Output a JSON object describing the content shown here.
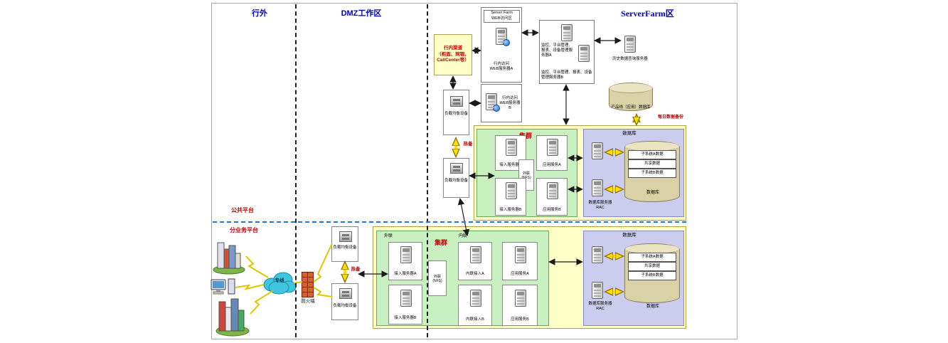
{
  "zones": {
    "outside": "行外",
    "dmz": "DMZ工作区",
    "serverfarm": "ServerFarm区"
  },
  "platforms": {
    "public": "公共平台",
    "business": "分业务平台"
  },
  "edge": {
    "line_label": "专线",
    "firewall_label": "防火墙"
  },
  "channel": {
    "label": "行内渠道\n（柜面、网银、\nCallCenter等）"
  },
  "load_balancer": {
    "label": "负载均衡设备",
    "hot_standby": "热备"
  },
  "web_access": {
    "area_title": "Server Farm\nWEB访问区",
    "server_a": "行内访问\nWEB服务器A",
    "server_b": "行内访问\nWEB服务器B"
  },
  "mgmt": {
    "server_a": "监控、平台管理、报表、设备管理服务器A",
    "server_b": "监控、平台管理、报表、设备管理服务器B"
  },
  "history_server_label": "历史数据查询服务器",
  "product_db": {
    "label": "产品线（应用）数据库",
    "daily_backup": "每日数据备份"
  },
  "cluster_top": {
    "title": "集群",
    "access_a": "接入服务器A",
    "access_b": "接入服务器B",
    "nfs": "外联\n(NFS)",
    "app_a": "应用服务A",
    "app_b": "应用服务B"
  },
  "db_top": {
    "title": "数据库",
    "rac_label": "数据库服务器\nRAC",
    "rows": [
      "子系统A数据",
      "共享数据",
      "子系统B数据"
    ],
    "caption": "数据库"
  },
  "cluster_bottom": {
    "title": "集群",
    "col_external": "外联",
    "col_internal": "内联",
    "access_a": "接入服务器A",
    "access_b": "接入服务器B",
    "nfs": "外联\n(NFS)",
    "int_a": "内联接入A",
    "int_b": "内联接入B",
    "app_a": "应用服务A",
    "app_b": "应用服务B"
  },
  "db_bottom": {
    "title": "数据库",
    "rac_label": "数据库服务器\nRAC",
    "rows": [
      "子系统A数据",
      "共享数据",
      "子系统B数据"
    ],
    "caption": "数据库"
  },
  "colors": {
    "zone_title": "#0000bb",
    "red_label": "#c00000",
    "cluster_fill": "#c8f0c0",
    "db_fill": "#ccccee",
    "zone_fill": "#ffffc8",
    "cylinder_fill": "#d8d2a6",
    "arrow_yellow": "#ffdd00"
  }
}
